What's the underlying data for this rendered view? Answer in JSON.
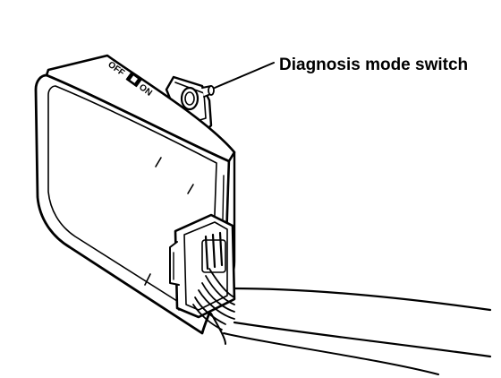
{
  "callout": {
    "label": "Diagnosis mode switch"
  },
  "switch": {
    "off_label": "OFF",
    "on_label": "ON"
  },
  "colors": {
    "ink": "#000000",
    "paper": "#ffffff"
  }
}
